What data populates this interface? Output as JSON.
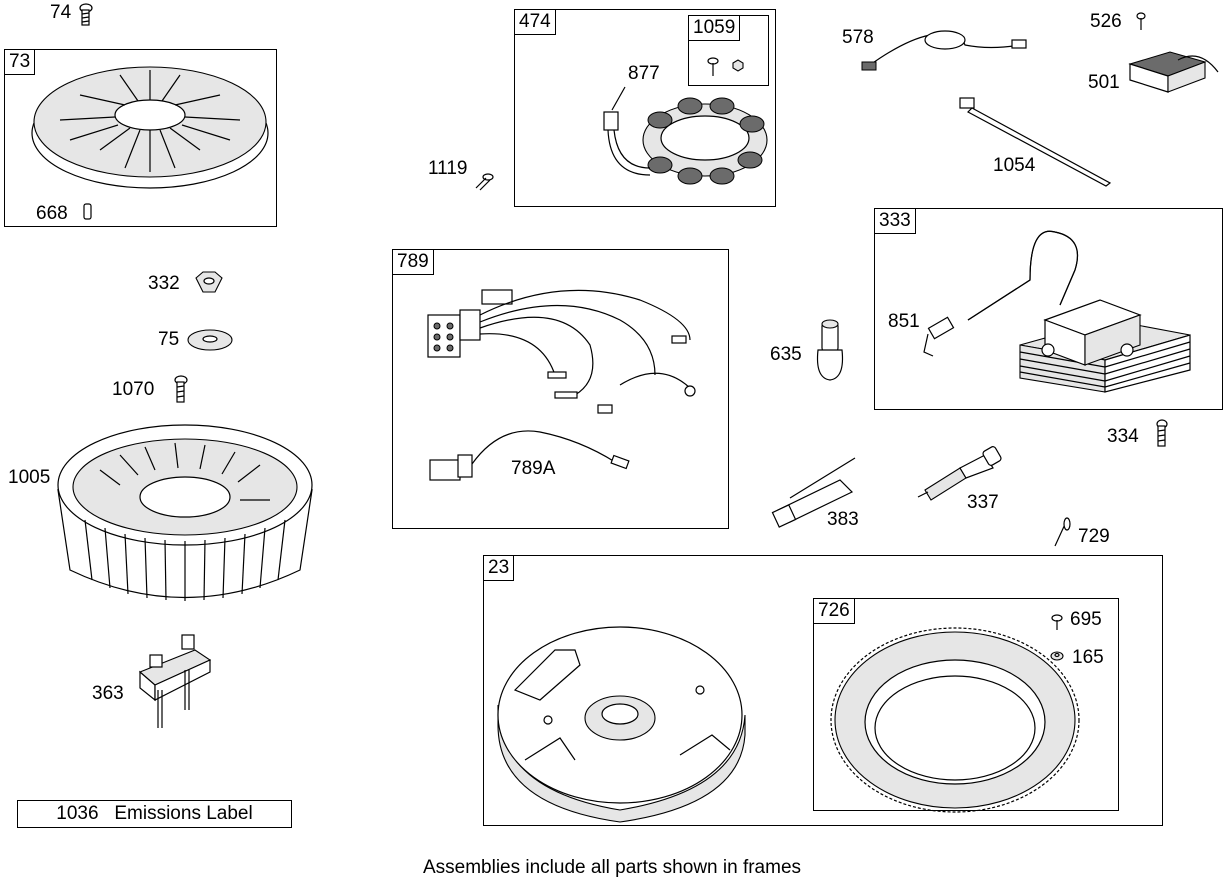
{
  "frames": {
    "f73": "73",
    "f474": "474",
    "f1059": "1059",
    "f789": "789",
    "f333": "333",
    "f23": "23",
    "f726": "726"
  },
  "labels": {
    "p74": "74",
    "p668": "668",
    "p332": "332",
    "p75": "75",
    "p1070": "1070",
    "p1005": "1005",
    "p363": "363",
    "p877": "877",
    "p1119": "1119",
    "p578": "578",
    "p526": "526",
    "p501": "501",
    "p1054": "1054",
    "p851": "851",
    "p635": "635",
    "p334": "334",
    "p789a": "789A",
    "p383": "383",
    "p337": "337",
    "p729": "729",
    "p695": "695",
    "p165": "165"
  },
  "emissions_label": "1036   Emissions Label",
  "footer_note": "Assemblies include all parts shown in frames"
}
